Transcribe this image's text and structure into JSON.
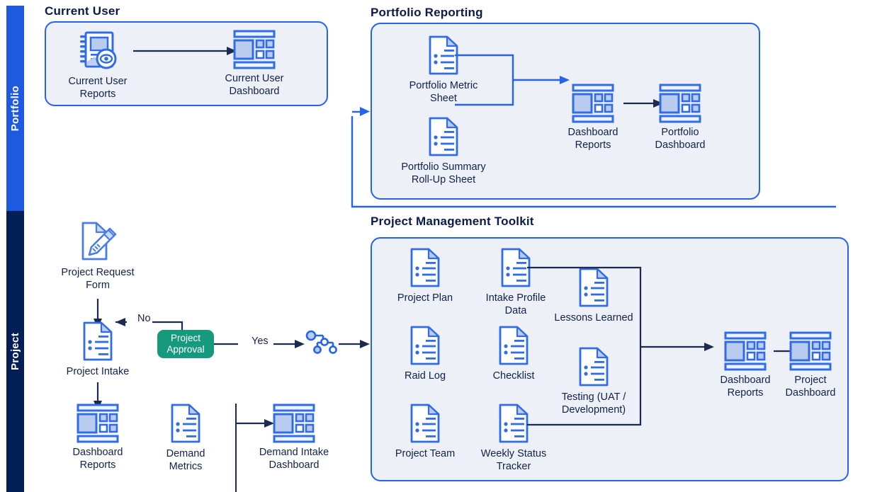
{
  "lanes": [
    {
      "id": "portfolio",
      "label": "Portfolio",
      "color": "#1d5adf"
    },
    {
      "id": "project",
      "label": "Project",
      "color": "#041e56"
    }
  ],
  "groups": [
    {
      "id": "current-user",
      "title": "Current User"
    },
    {
      "id": "portfolio-reporting",
      "title": "Portfolio Reporting"
    },
    {
      "id": "pm-toolkit",
      "title": "Project Management Toolkit"
    }
  ],
  "nodes": {
    "current_user_reports": {
      "label": "Current User\nReports",
      "icon": "report-eye-icon"
    },
    "current_user_dashboard": {
      "label": "Current User\nDashboard",
      "icon": "dashboard-icon"
    },
    "portfolio_metric_sheet": {
      "label": "Portfolio Metric\nSheet",
      "icon": "document-icon"
    },
    "portfolio_summary": {
      "label": "Portfolio Summary\nRoll-Up Sheet",
      "icon": "document-icon"
    },
    "portfolio_dash_reports": {
      "label": "Dashboard\nReports",
      "icon": "dashboard-icon"
    },
    "portfolio_dashboard": {
      "label": "Portfolio\nDashboard",
      "icon": "dashboard-icon"
    },
    "project_request_form": {
      "label": "Project Request\nForm",
      "icon": "document-pencil-icon"
    },
    "project_intake": {
      "label": "Project Intake",
      "icon": "document-icon"
    },
    "intake_dash_reports": {
      "label": "Dashboard\nReports",
      "icon": "dashboard-icon"
    },
    "demand_metrics": {
      "label": "Demand\nMetrics",
      "icon": "document-icon"
    },
    "demand_intake_dashboard": {
      "label": "Demand Intake\nDashboard",
      "icon": "dashboard-icon"
    },
    "project_plan": {
      "label": "Project Plan",
      "icon": "document-icon"
    },
    "intake_profile_data": {
      "label": "Intake Profile\nData",
      "icon": "document-icon"
    },
    "lessons_learned": {
      "label": "Lessons Learned",
      "icon": "document-icon"
    },
    "raid_log": {
      "label": "Raid Log",
      "icon": "document-icon"
    },
    "checklist": {
      "label": "Checklist",
      "icon": "document-icon"
    },
    "testing_uat": {
      "label": "Testing (UAT /\nDevelopment)",
      "icon": "document-icon"
    },
    "project_team": {
      "label": "Project Team",
      "icon": "document-icon"
    },
    "weekly_status_tracker": {
      "label": "Weekly Status\nTracker",
      "icon": "document-icon"
    },
    "toolkit_dash_reports": {
      "label": "Dashboard\nReports",
      "icon": "dashboard-icon"
    },
    "project_dashboard": {
      "label": "Project\nDashboard",
      "icon": "dashboard-icon"
    },
    "workflow_branch": {
      "label": "",
      "icon": "workflow-branch-icon"
    }
  },
  "decision": {
    "label": "Project\nApproval",
    "yes_label": "Yes",
    "no_label": "No",
    "color": "#16997d"
  },
  "colors": {
    "accent_blue": "#2563eb",
    "icon_blue": "#2f6ce5",
    "icon_fill": "#b9cbee",
    "box_fill": "#edf0f7",
    "dark_line": "#1b2a4e",
    "text_navy": "#12204d",
    "lane_portfolio": "#1d5adf",
    "lane_project": "#041e56",
    "approval_green": "#16997d"
  }
}
